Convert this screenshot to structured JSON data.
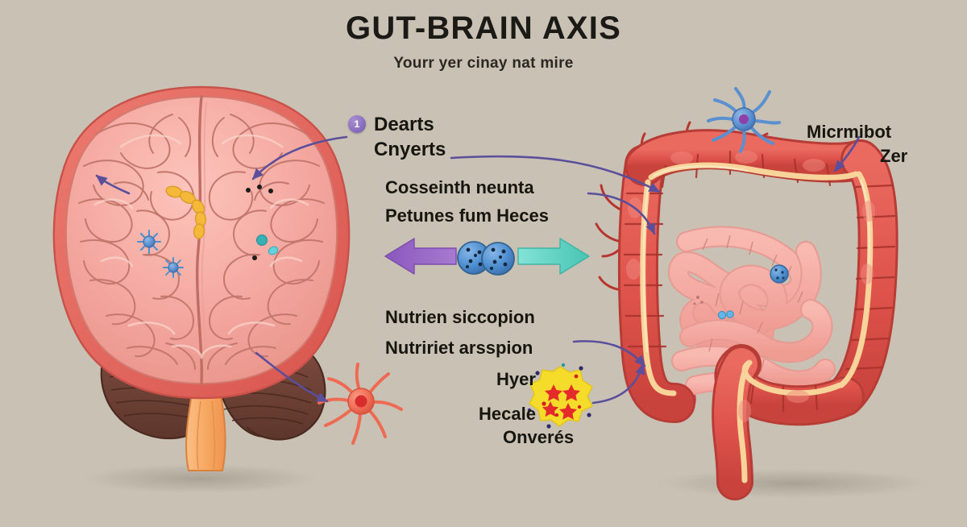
{
  "header": {
    "title": "GUT-BRAIN AXIS",
    "subtitle": "Yourr yer cinay nat mire"
  },
  "colors": {
    "background": "#c9c2b4",
    "title_text": "#1c1a17",
    "brain_fill": "#f4a8a0",
    "brain_rim": "#e2675e",
    "cerebellum": "#6b3f35",
    "brainstem": "#f6a96a",
    "colon_red": "#e0554d",
    "colon_dark": "#c0423c",
    "taenia_yellow": "#f8d49a",
    "small_intestine": "#f3a49c",
    "arrow_purple": "#9b6dc4",
    "arrow_teal": "#68d6c8",
    "connector_purple": "#5b4f9b",
    "microbe_blue": "#4f8fd0",
    "neuron_blue": "#5a8fd0",
    "neuron_orange": "#ef6a52",
    "blob_yellow": "#f5dc2a",
    "star_red": "#e52a2a",
    "badge_purple": "#8b6fc0"
  },
  "labels": {
    "badge_one": "1",
    "brain_signals_line1": "Dearts",
    "brain_signals_line2": "Cnyerts",
    "pathway_line1": "Cosseinth neunta",
    "pathway_line2": "Petunes fum Heces",
    "nutrient_line1": "Nutrien siccopion",
    "nutrient_line2": "Nutririet arsspion",
    "immune_line1": "Hyer",
    "immune_line2": "Hecale",
    "immune_line3": "Onverés",
    "microbiota_line1": "Micrmibot",
    "microbiota_line2": "Zer"
  },
  "diagram": {
    "left_organ": "brain",
    "right_organ": "intestine",
    "bidirectional_arrows": {
      "left_arrow": "signals-to-brain-arrow",
      "right_arrow": "signals-to-gut-arrow",
      "center_icon": "microbe-pair"
    },
    "icons": {
      "blue_neuron": "blue-neuron",
      "orange_neuron": "orange-neuron",
      "immune_blob": "immune-cell-blob",
      "brain_microbes": "brain-microbe-dots",
      "gut_microbes": "gut-microbe-dots"
    }
  }
}
